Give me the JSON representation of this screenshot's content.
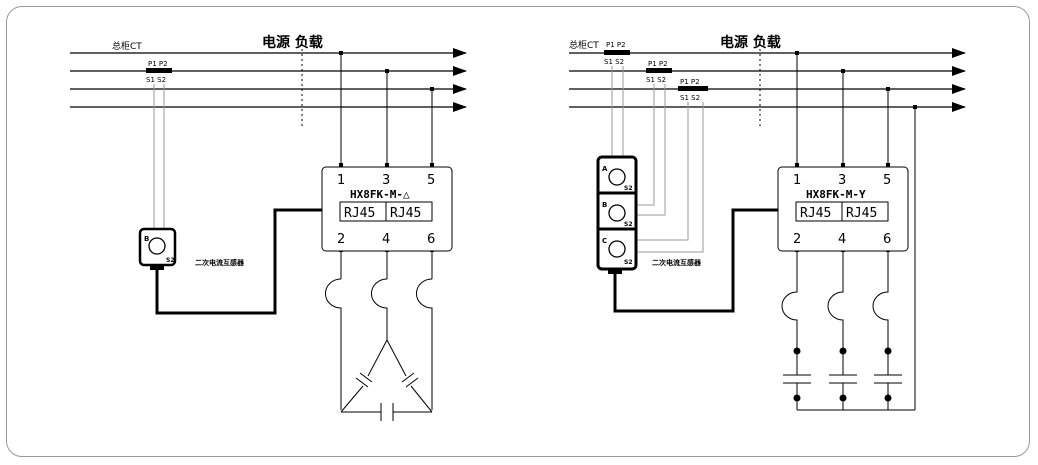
{
  "left": {
    "ct_label": "总柜CT",
    "source_load": "电源  负载",
    "ct_p": "P1 P2",
    "ct_s": "S1 S2",
    "device": "HX8FK-M-△",
    "rj45_a": "RJ45",
    "rj45_b": "RJ45",
    "t1": "1",
    "t3": "3",
    "t5": "5",
    "t2": "2",
    "t4": "4",
    "t6": "6",
    "sensor_letter": "B",
    "sensor_s2": "S2",
    "sensor_label": "二次电流互感器"
  },
  "right": {
    "ct_label": "总柜CT",
    "source_load": "电源  负载",
    "ct1_p": "P1 P2",
    "ct1_s": "S1 S2",
    "ct2_p": "P1 P2",
    "ct2_s": "S1 S2",
    "ct3_p": "P1  P2",
    "ct3_s": "S1  S2",
    "device": "HX8FK-M-Y",
    "rj45_a": "RJ45",
    "rj45_b": "RJ45",
    "t1": "1",
    "t3": "3",
    "t5": "5",
    "t2": "2",
    "t4": "4",
    "t6": "6",
    "sensor_a": "A",
    "sensor_b": "B",
    "sensor_c": "C",
    "s2_a": "S2",
    "s2_b": "S2",
    "s2_c": "S2",
    "sensor_label": "二次电流互感器"
  }
}
